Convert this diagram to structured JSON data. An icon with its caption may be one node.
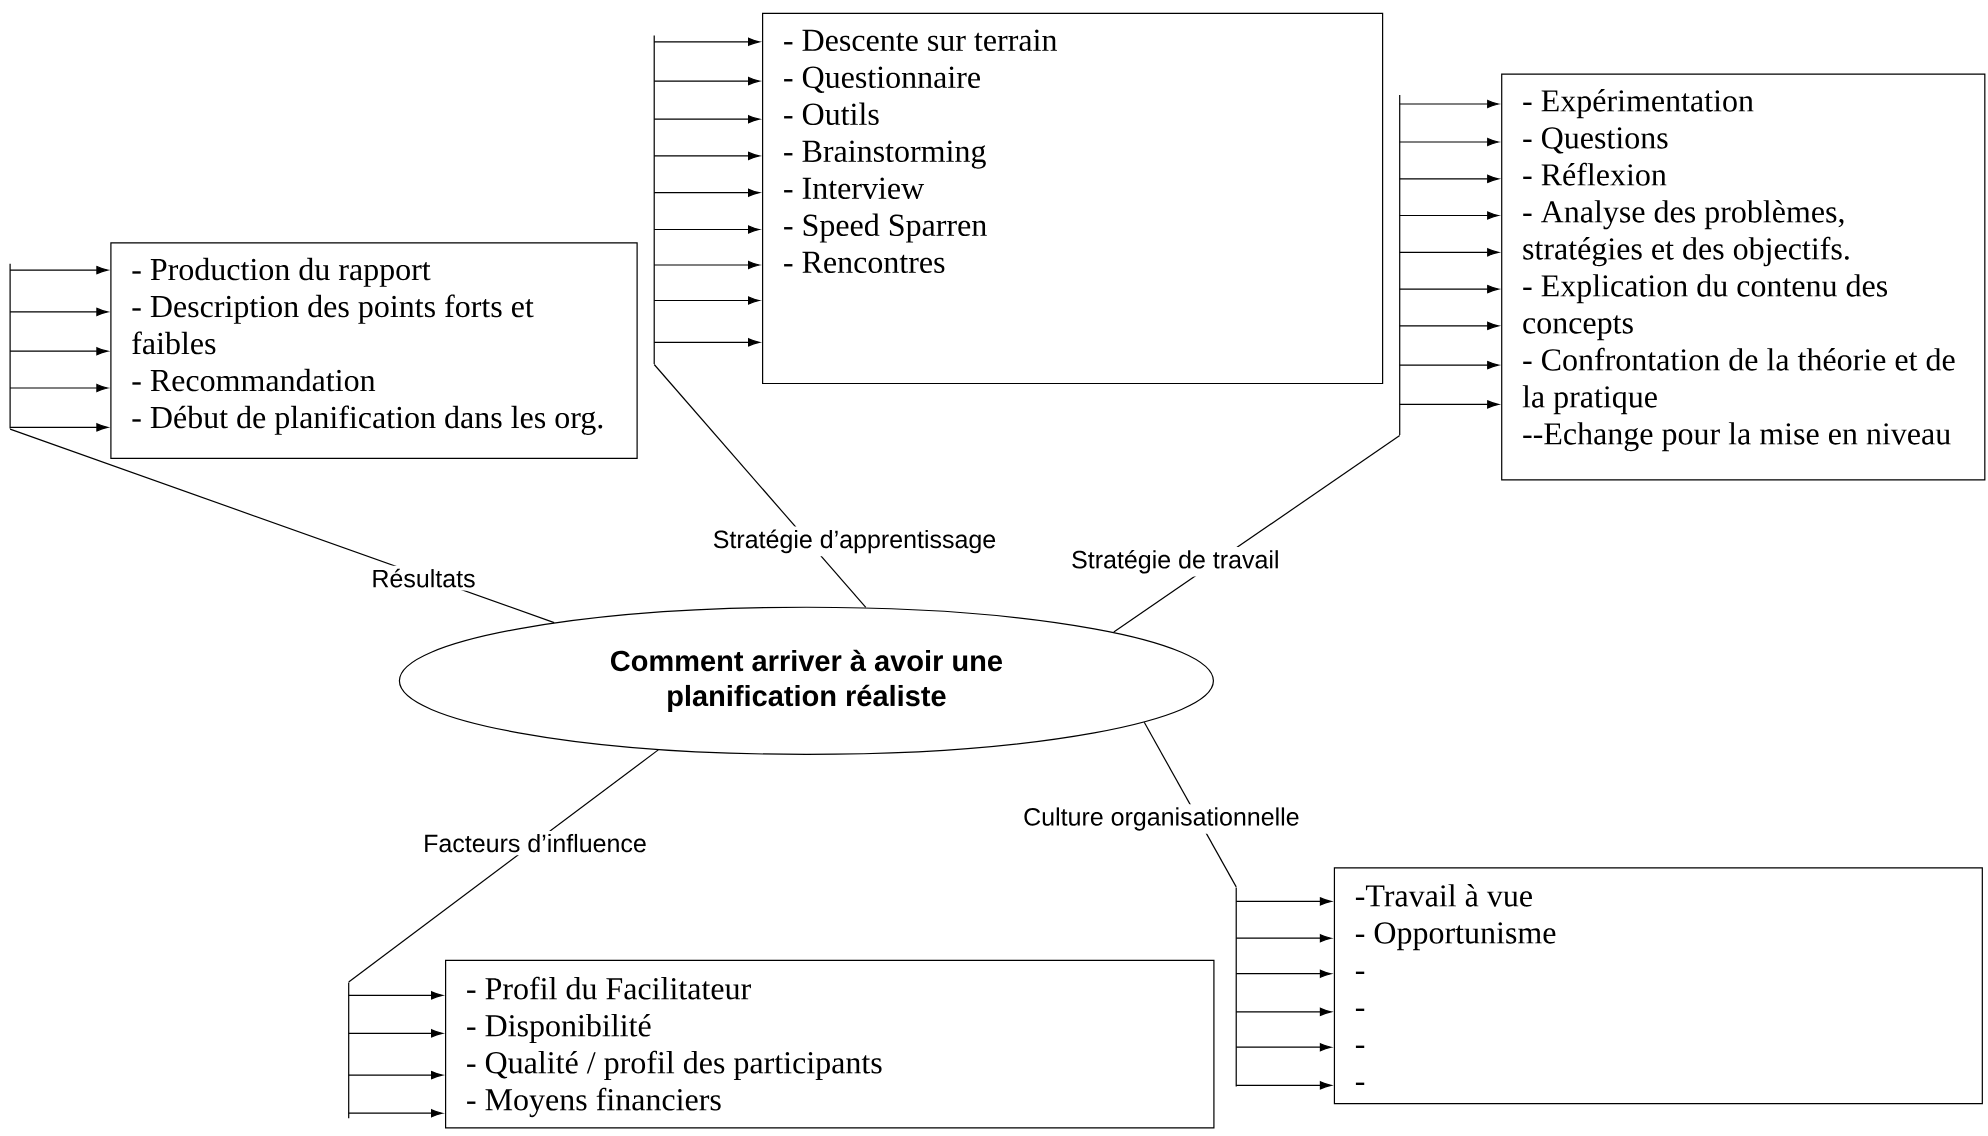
{
  "diagram": {
    "nodes": [
      {
        "text": [
          "Comment arriver à avoir une planification réaliste"
        ]
      },
      {
        "text": [
          "- Production du rapport",
          "- Description des points forts et faibles",
          "- Recommandation",
          "- Début de planification dans les org."
        ]
      },
      {
        "text": [
          "- Descente sur terrain",
          "- Questionnaire",
          "- Outils",
          "- Brainstorming",
          "- Interview",
          "- Speed Sparren",
          "- Rencontres"
        ]
      },
      {
        "text": [
          "- Expérimentation",
          "- Questions",
          "- Réflexion",
          "- Analyse des problèmes, stratégies et des objectifs.",
          "- Explication du contenu des concepts",
          "- Confrontation de la théorie et de la pratique",
          "--Echange pour la mise en niveau"
        ]
      },
      {
        "text": [
          "- Profil du Facilitateur",
          "- Disponibilité",
          "- Qualité / profil des participants",
          "- Moyens financiers"
        ]
      },
      {
        "text": [
          "-Travail à vue",
          "- Opportunisme",
          "-",
          "-",
          "-",
          "-"
        ]
      },
      {
        "text": [],
        "shape": "bar"
      },
      {
        "text": [],
        "shape": "bar"
      },
      {
        "text": [],
        "shape": "bar"
      },
      {
        "text": [],
        "shape": "bar"
      },
      {
        "text": [],
        "shape": "bar"
      }
    ],
    "edges": [
      {
        "from": 0,
        "to": 6,
        "arrow": "none",
        "label": "Résultats"
      },
      {
        "from": 6,
        "to": 1,
        "arrow": "to"
      },
      {
        "from": 6,
        "to": 1,
        "arrow": "to"
      },
      {
        "from": 6,
        "to": 1,
        "arrow": "to"
      },
      {
        "from": 6,
        "to": 1,
        "arrow": "to"
      },
      {
        "from": 6,
        "to": 1,
        "arrow": "to"
      },
      {
        "from": 0,
        "to": 7,
        "arrow": "none",
        "label": "Stratégie d’apprentissage"
      },
      {
        "from": 7,
        "to": 2,
        "arrow": "to"
      },
      {
        "from": 7,
        "to": 2,
        "arrow": "to"
      },
      {
        "from": 7,
        "to": 2,
        "arrow": "to"
      },
      {
        "from": 7,
        "to": 2,
        "arrow": "to"
      },
      {
        "from": 7,
        "to": 2,
        "arrow": "to"
      },
      {
        "from": 7,
        "to": 2,
        "arrow": "to"
      },
      {
        "from": 7,
        "to": 2,
        "arrow": "to"
      },
      {
        "from": 7,
        "to": 2,
        "arrow": "to"
      },
      {
        "from": 7,
        "to": 2,
        "arrow": "to"
      },
      {
        "from": 0,
        "to": 8,
        "arrow": "none",
        "label": "Stratégie de travail"
      },
      {
        "from": 8,
        "to": 3,
        "arrow": "to"
      },
      {
        "from": 8,
        "to": 3,
        "arrow": "to"
      },
      {
        "from": 8,
        "to": 3,
        "arrow": "to"
      },
      {
        "from": 8,
        "to": 3,
        "arrow": "to"
      },
      {
        "from": 8,
        "to": 3,
        "arrow": "to"
      },
      {
        "from": 8,
        "to": 3,
        "arrow": "to"
      },
      {
        "from": 8,
        "to": 3,
        "arrow": "to"
      },
      {
        "from": 8,
        "to": 3,
        "arrow": "to"
      },
      {
        "from": 8,
        "to": 3,
        "arrow": "to"
      },
      {
        "from": 0,
        "to": 9,
        "arrow": "none",
        "label": "Facteurs d’influence"
      },
      {
        "from": 9,
        "to": 4,
        "arrow": "to"
      },
      {
        "from": 9,
        "to": 4,
        "arrow": "to"
      },
      {
        "from": 9,
        "to": 4,
        "arrow": "to"
      },
      {
        "from": 9,
        "to": 4,
        "arrow": "to"
      },
      {
        "from": 0,
        "to": 10,
        "arrow": "none",
        "label": "Culture organisationnelle"
      },
      {
        "from": 10,
        "to": 5,
        "arrow": "to"
      },
      {
        "from": 10,
        "to": 5,
        "arrow": "to"
      },
      {
        "from": 10,
        "to": 5,
        "arrow": "to"
      },
      {
        "from": 10,
        "to": 5,
        "arrow": "to"
      },
      {
        "from": 10,
        "to": 5,
        "arrow": "to"
      },
      {
        "from": 10,
        "to": 5,
        "arrow": "to"
      }
    ]
  }
}
